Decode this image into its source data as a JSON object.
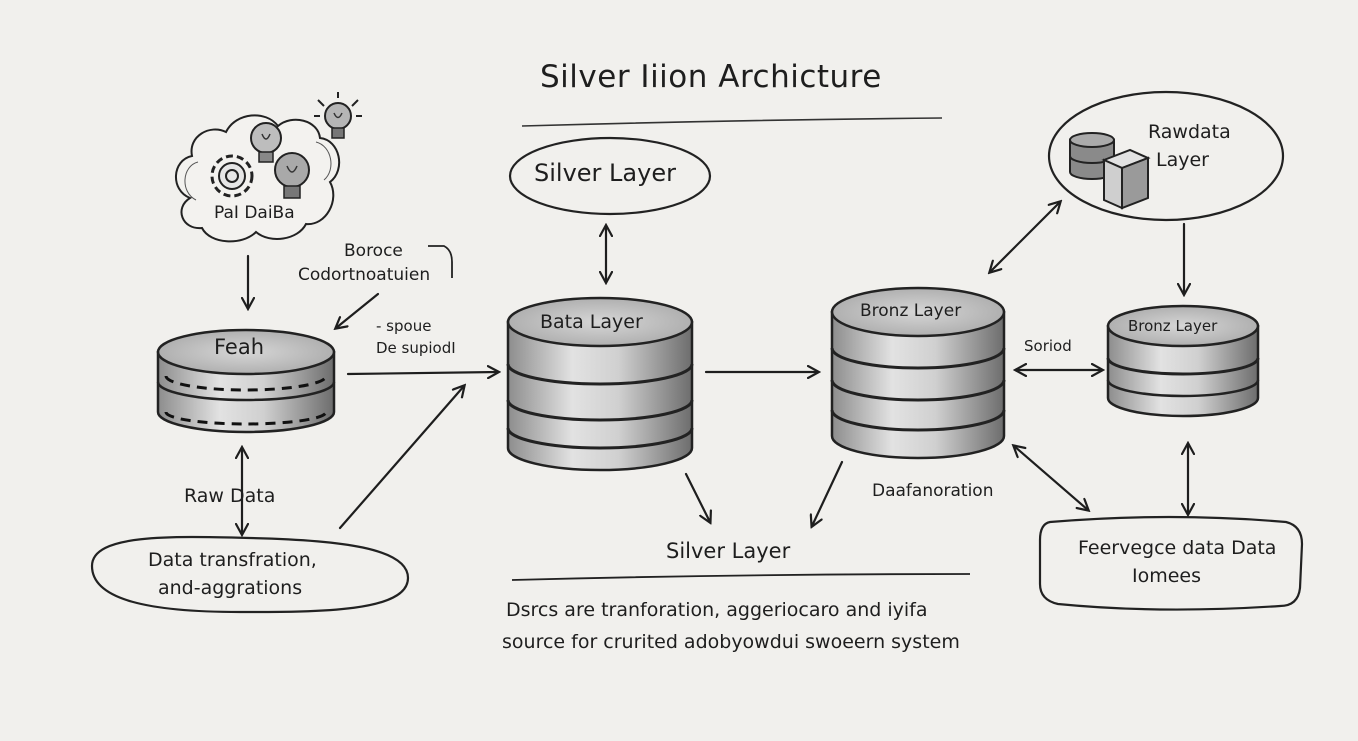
{
  "title": "Silver Iiion Archicture",
  "nodes": {
    "idea_cloud": {
      "label": "PaI DaiBa",
      "icons": [
        "gear-icon",
        "lightbulb-icon",
        "lightbulb-icon",
        "lightbulb-icon"
      ]
    },
    "feah_db": {
      "label": "Feah"
    },
    "silver_layer_top": {
      "label": "Silver Layer"
    },
    "bata_layer": {
      "label": "Bata Layer"
    },
    "bronz_layer_center": {
      "label": "Bronz Layer"
    },
    "bronz_layer_right": {
      "label": "Bronz Layer"
    },
    "rawdata_layer": {
      "line1": "Rawdata",
      "line2": "Layer"
    },
    "data_transform": {
      "line1": "Data transfration,",
      "line2": "and-aggrations"
    },
    "feervegce": {
      "line1": "Feervegce data Data",
      "line2": "Iomees"
    }
  },
  "annotations": {
    "boroce": "Boroce",
    "codortnoatuien": "Codortnoatuien",
    "spoue": "- spoue",
    "de_supiodi": "De supiodI",
    "raw_data": "Raw Data",
    "soriod": "Soriod",
    "daafanoration": "Daafanoration",
    "silver_layer_bottom": "Silver Layer"
  },
  "footer": {
    "line1": "Dsrcs are tranforation, aggeriocaro and iyifa",
    "line2": "source for crurited adobyowdui swoeern system"
  }
}
